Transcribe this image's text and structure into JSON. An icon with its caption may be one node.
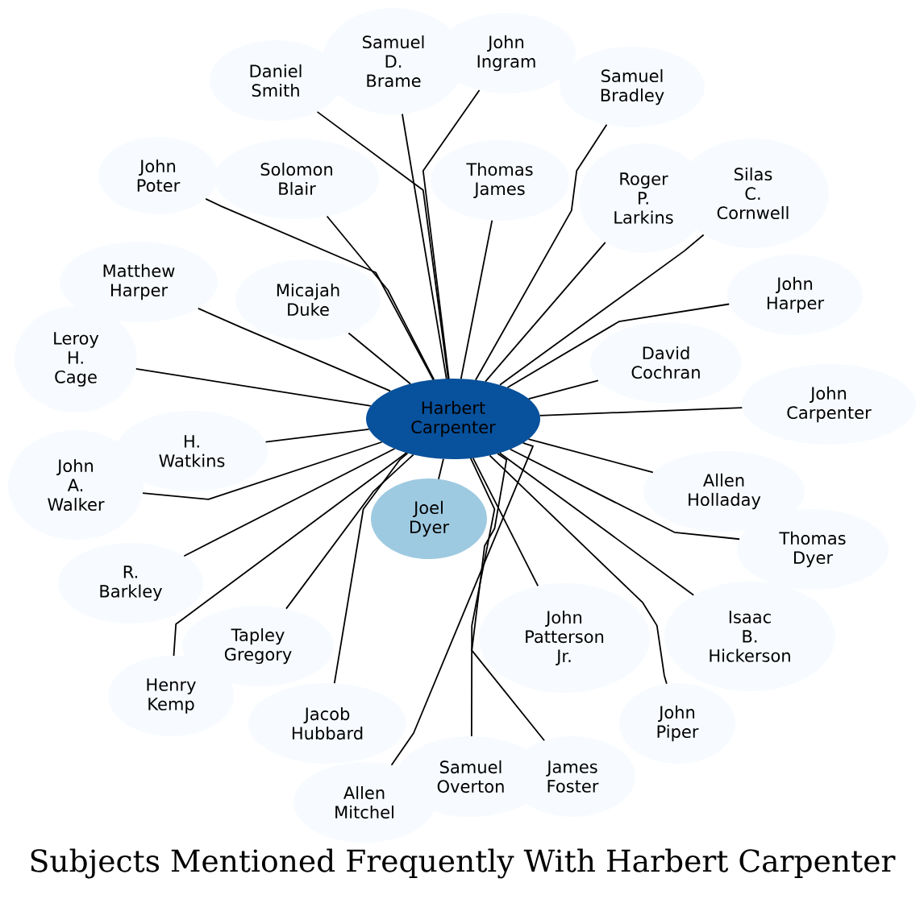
{
  "diagram": {
    "title": "Subjects Mentioned Frequently With Harbert Carpenter",
    "nodes": [
      {
        "text": [
          "Harbert Carpenter"
        ]
      },
      {
        "text": [
          "Daniel Smith"
        ]
      },
      {
        "text": [
          "Samuel D. Brame"
        ]
      },
      {
        "text": [
          "John Ingram"
        ]
      },
      {
        "text": [
          "Samuel Bradley"
        ]
      },
      {
        "text": [
          "John Poter"
        ]
      },
      {
        "text": [
          "Solomon Blair"
        ]
      },
      {
        "text": [
          "Thomas James"
        ]
      },
      {
        "text": [
          "Roger P. Larkins"
        ]
      },
      {
        "text": [
          "Silas C. Cornwell"
        ]
      },
      {
        "text": [
          "Matthew Harper"
        ]
      },
      {
        "text": [
          "Micajah Duke"
        ]
      },
      {
        "text": [
          "John Harper"
        ]
      },
      {
        "text": [
          "Leroy H. Cage"
        ]
      },
      {
        "text": [
          "David Cochran"
        ]
      },
      {
        "text": [
          "John Carpenter"
        ]
      },
      {
        "text": [
          "H. Watkins"
        ]
      },
      {
        "text": [
          "John A. Walker"
        ]
      },
      {
        "text": [
          "Allen Holladay"
        ]
      },
      {
        "text": [
          "Joel Dyer"
        ]
      },
      {
        "text": [
          "Thomas Dyer"
        ]
      },
      {
        "text": [
          "R. Barkley"
        ]
      },
      {
        "text": [
          "John Patterson Jr."
        ]
      },
      {
        "text": [
          "Isaac B. Hickerson"
        ]
      },
      {
        "text": [
          "Tapley Gregory"
        ]
      },
      {
        "text": [
          "Henry Kemp"
        ]
      },
      {
        "text": [
          "Jacob Hubbard"
        ]
      },
      {
        "text": [
          "John Piper"
        ]
      },
      {
        "text": [
          "Samuel Overton"
        ]
      },
      {
        "text": [
          "James Foster"
        ]
      },
      {
        "text": [
          "Allen Mitchel"
        ]
      }
    ],
    "edges": [
      {
        "from": 0,
        "to": 1,
        "arrow": "none"
      },
      {
        "from": 0,
        "to": 2,
        "arrow": "none"
      },
      {
        "from": 0,
        "to": 3,
        "arrow": "none"
      },
      {
        "from": 0,
        "to": 4,
        "arrow": "none"
      },
      {
        "from": 0,
        "to": 5,
        "arrow": "none"
      },
      {
        "from": 0,
        "to": 6,
        "arrow": "none"
      },
      {
        "from": 0,
        "to": 7,
        "arrow": "none"
      },
      {
        "from": 0,
        "to": 8,
        "arrow": "none"
      },
      {
        "from": 0,
        "to": 9,
        "arrow": "none"
      },
      {
        "from": 0,
        "to": 10,
        "arrow": "none"
      },
      {
        "from": 0,
        "to": 11,
        "arrow": "none"
      },
      {
        "from": 0,
        "to": 12,
        "arrow": "none"
      },
      {
        "from": 0,
        "to": 13,
        "arrow": "none"
      },
      {
        "from": 0,
        "to": 14,
        "arrow": "none"
      },
      {
        "from": 0,
        "to": 15,
        "arrow": "none"
      },
      {
        "from": 0,
        "to": 16,
        "arrow": "none"
      },
      {
        "from": 0,
        "to": 17,
        "arrow": "none"
      },
      {
        "from": 0,
        "to": 18,
        "arrow": "none"
      },
      {
        "from": 0,
        "to": 19,
        "arrow": "none"
      },
      {
        "from": 0,
        "to": 20,
        "arrow": "none"
      },
      {
        "from": 0,
        "to": 21,
        "arrow": "none"
      },
      {
        "from": 0,
        "to": 22,
        "arrow": "none"
      },
      {
        "from": 0,
        "to": 23,
        "arrow": "none"
      },
      {
        "from": 0,
        "to": 24,
        "arrow": "none"
      },
      {
        "from": 0,
        "to": 25,
        "arrow": "none"
      },
      {
        "from": 0,
        "to": 26,
        "arrow": "none"
      },
      {
        "from": 0,
        "to": 27,
        "arrow": "none"
      },
      {
        "from": 0,
        "to": 28,
        "arrow": "none"
      },
      {
        "from": 0,
        "to": 29,
        "arrow": "none"
      },
      {
        "from": 0,
        "to": 30,
        "arrow": "none"
      }
    ]
  }
}
